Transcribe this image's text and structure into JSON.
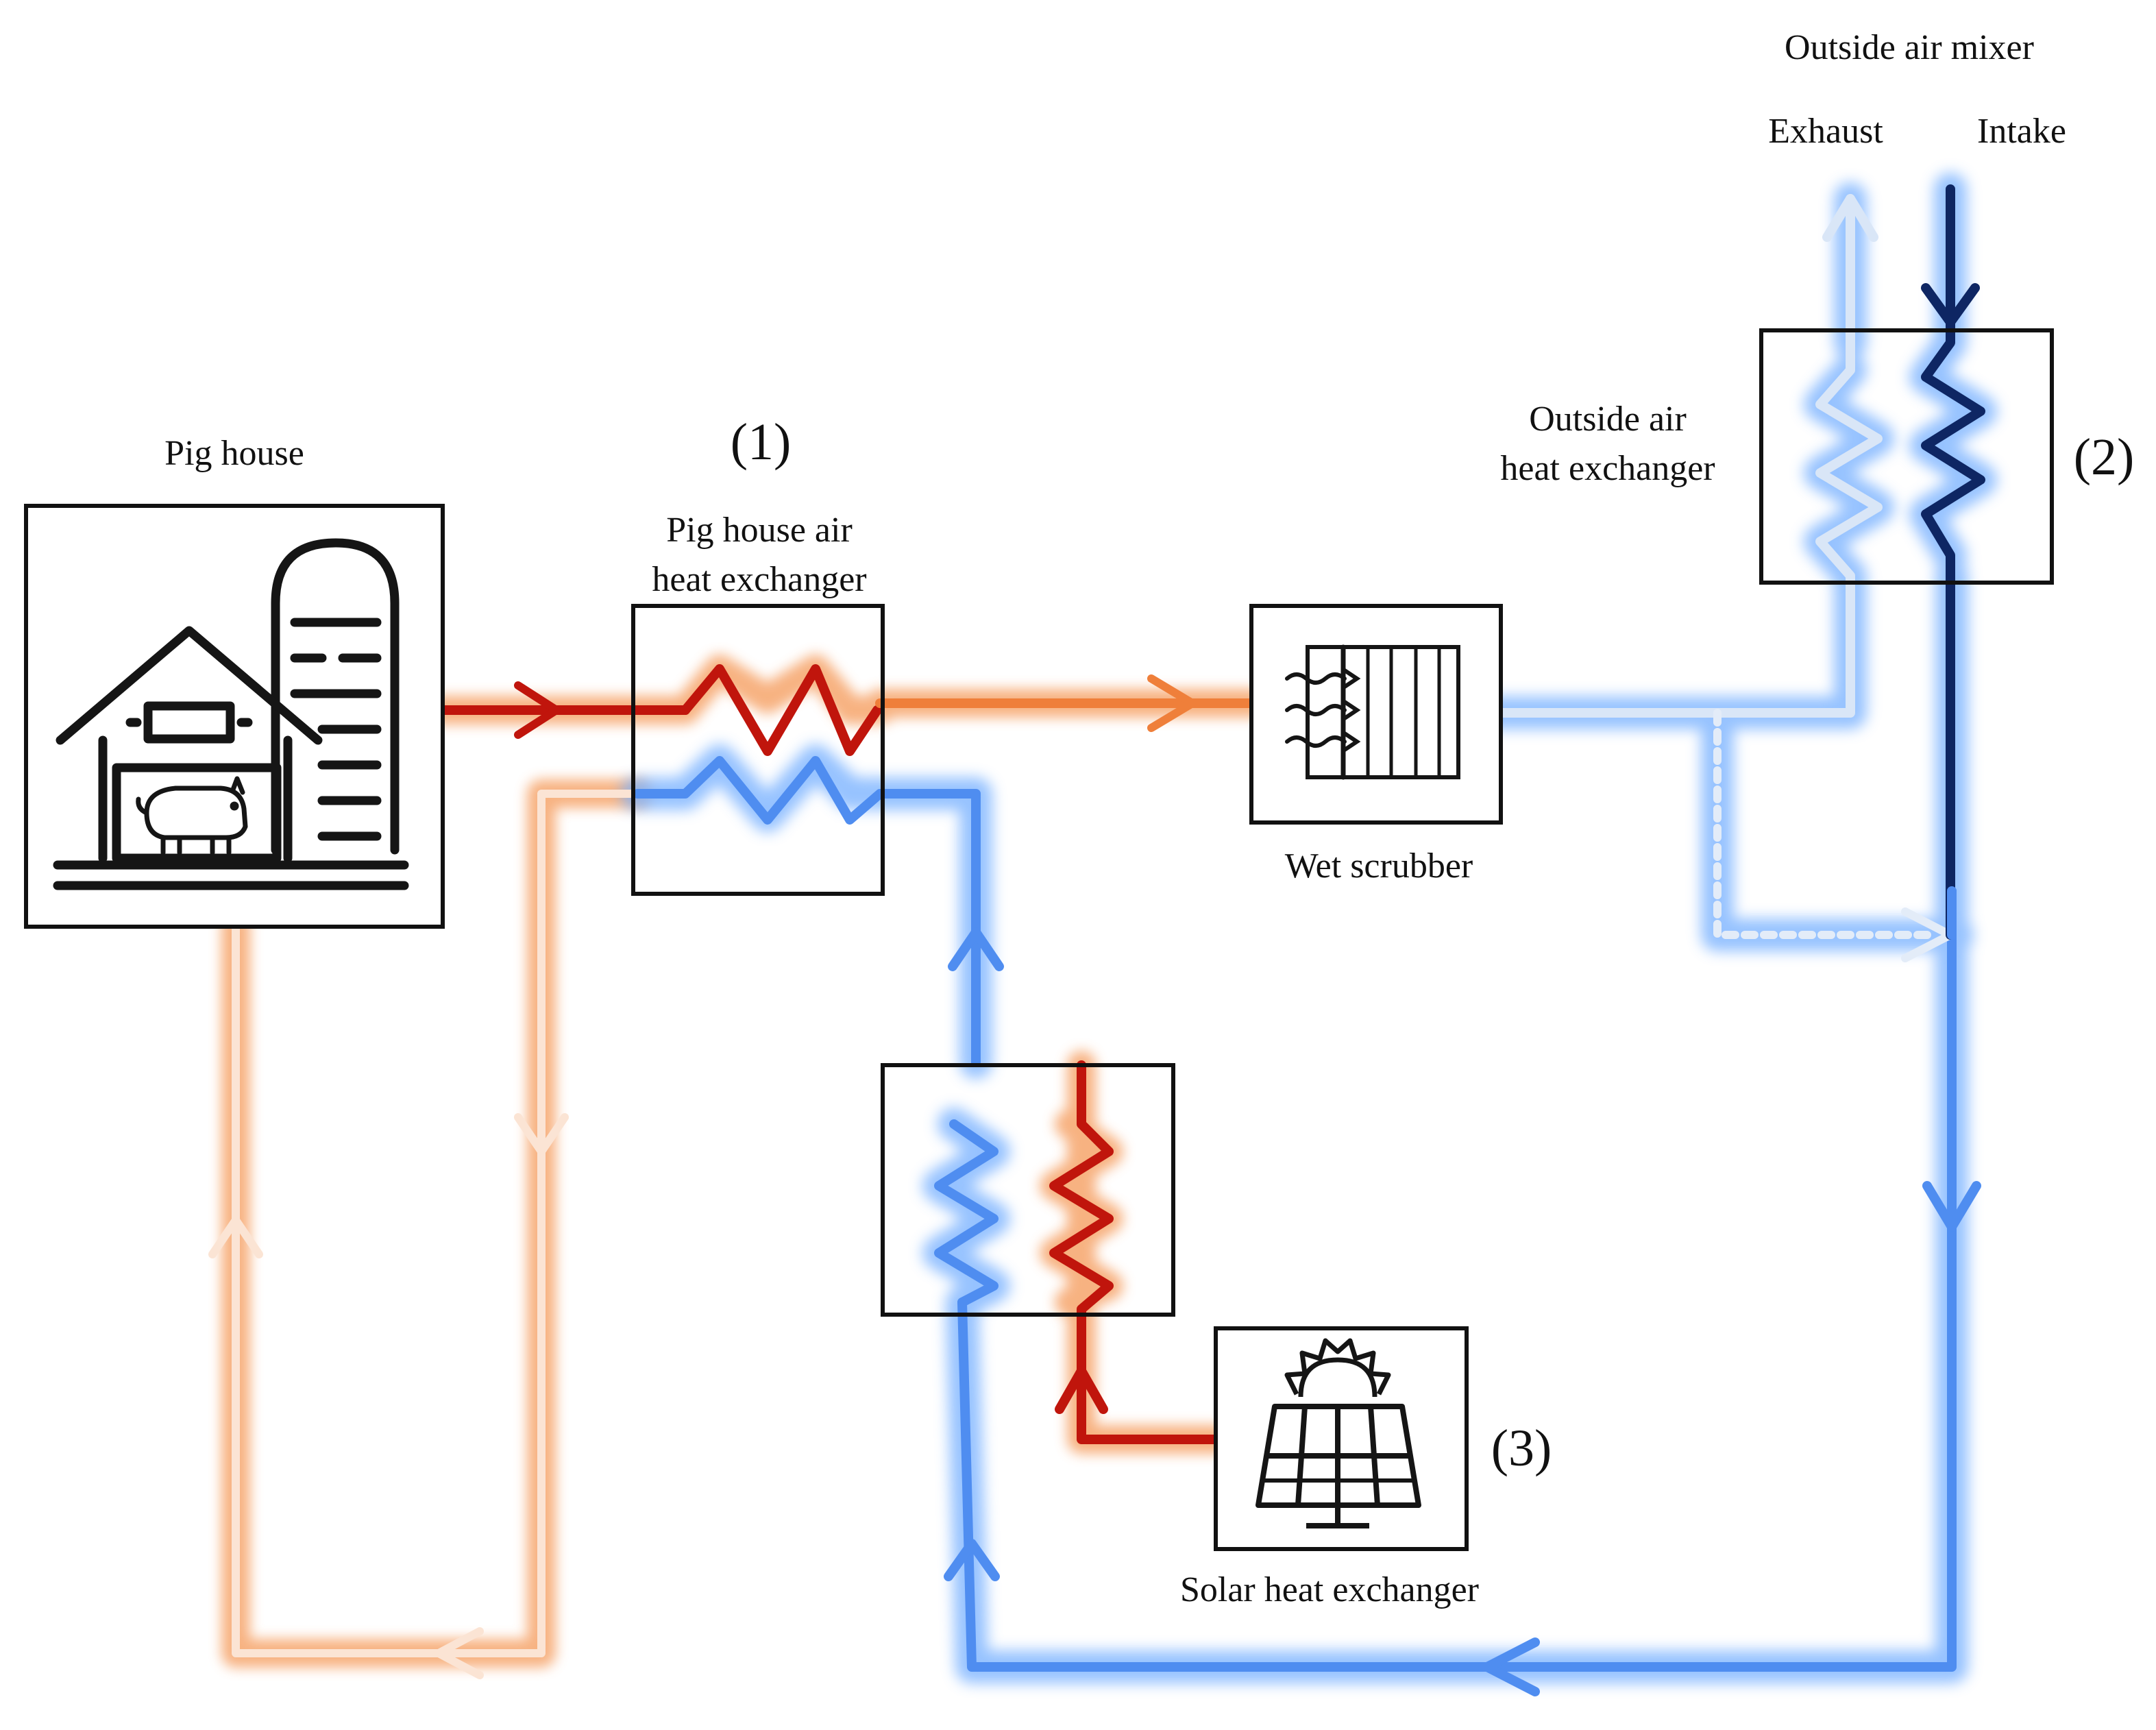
{
  "labels": {
    "outside_air_mixer": "Outside air mixer",
    "exhaust": "Exhaust",
    "intake": "Intake",
    "pig_house": "Pig house",
    "hx1_number": "(1)",
    "hx1_line1": "Pig house air",
    "hx1_line2": "heat exchanger",
    "outside_hx_line1": "Outside air",
    "outside_hx_line2": "heat exchanger",
    "hx2_number": "(2)",
    "wet_scrubber": "Wet scrubber",
    "solar_hx": "Solar heat exchanger",
    "hx3_number": "(3)"
  },
  "colors": {
    "hot_red": "#c0150c",
    "warm_orange": "#ef7f3a",
    "pale_orange_glow": "#f6a56c",
    "cool_blue": "#4f8df0",
    "light_blue": "#cfe0f6",
    "dark_blue": "#0e2663",
    "blue_glow": "#7db4ff",
    "line_black": "#111111"
  },
  "icons": [
    "barn-icon",
    "pig-icon",
    "silo-icon",
    "scrubber-icon",
    "solar-panel-icon",
    "sun-icon"
  ]
}
